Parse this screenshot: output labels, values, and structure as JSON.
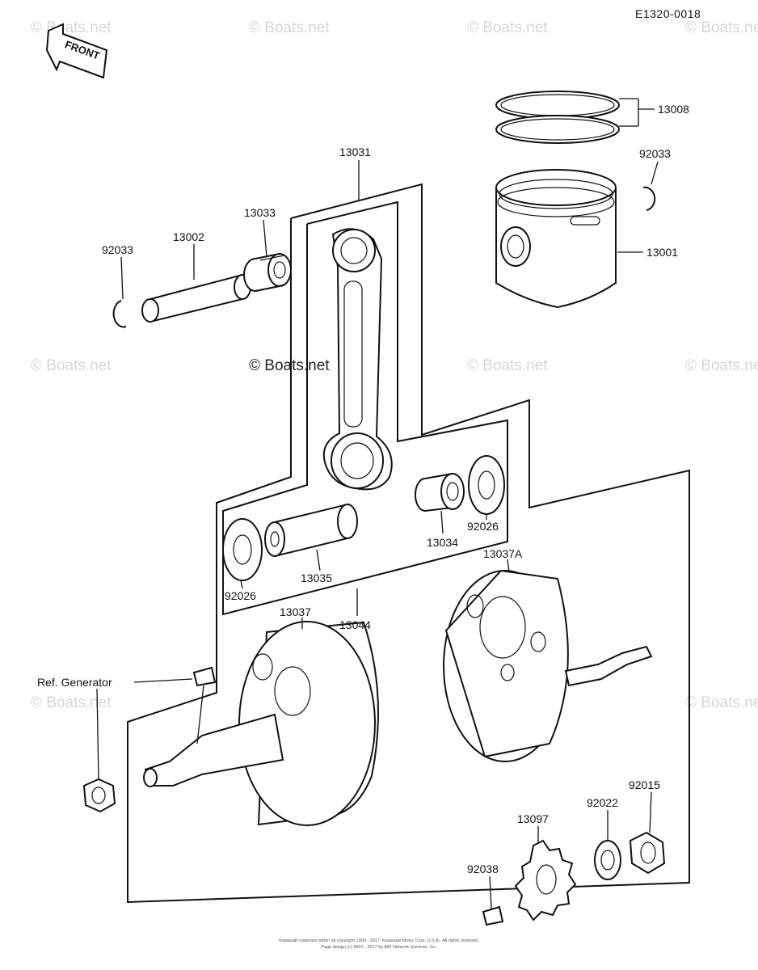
{
  "diagram_ref": "E1320-0018",
  "front_label": "FRONT",
  "watermark": "© Boats.net",
  "watermark_center": "© Boats.net",
  "footer": {
    "line1": "Kawasaki materials within all copyright 1900 - 2017. Kawasaki Motor Corp. U.S.A.. All rights reserved.",
    "line2": "Page design (c) 2001 - 2017 by ARI Network Services, Inc."
  },
  "parts": {
    "p13008": "13008",
    "p92033_right": "92033",
    "p13001": "13001",
    "p13031": "13031",
    "p13033": "13033",
    "p13002": "13002",
    "p92033_left": "92033",
    "p13034": "13034",
    "p92026_right": "92026",
    "p13035": "13035",
    "p92026_left": "92026",
    "p13044": "13044",
    "p13037": "13037",
    "p13037A": "13037A",
    "ref_generator": "Ref. Generator",
    "p92015": "92015",
    "p92022": "92022",
    "p13097": "13097",
    "p92038": "92038"
  }
}
